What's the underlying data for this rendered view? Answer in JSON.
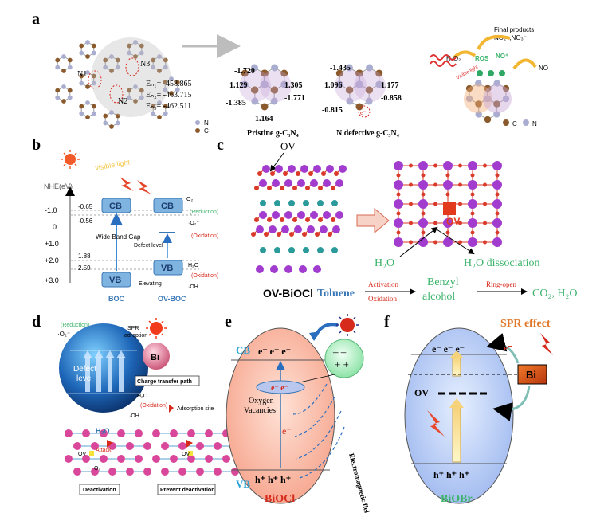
{
  "panels": {
    "a": {
      "letter": "a",
      "site_labels": [
        "N1",
        "N2",
        "N3"
      ],
      "energies": [
        "Eₙ₁= -458.865",
        "Eₙ₂= -463.715",
        "Eₙ₃= -462.511"
      ],
      "pristine_charges": [
        "-1.720",
        "1.129",
        "1.305",
        "-1.385",
        "-1.771",
        "1.164"
      ],
      "pristine_title": "Pristine g-C₃N₄",
      "defective_charges": [
        "-1.435",
        "1.096",
        "1.177",
        "-0.815",
        "-0.858"
      ],
      "defective_title": "N defective g-C₃N₄",
      "electron": "e⁻",
      "legend_n": "N",
      "legend_c": "C",
      "legend_c2": "C",
      "legend_n2": "N",
      "final_products": "Final products:",
      "final_products2": "NO₂⁻,NO₃⁻",
      "ros": "ROS",
      "no_plus": "NO⁺",
      "no": "NO",
      "h2o2": "H₂O₂",
      "visible": "Visible light",
      "e_minus": "e⁻"
    },
    "b": {
      "letter": "b",
      "axis_title": "NHE(eV)",
      "ticks": [
        "-1.0",
        "0",
        "+1.0",
        "+2.0",
        "+3.0"
      ],
      "levels": [
        "-0.65",
        "-0.56",
        "1.88",
        "2.59"
      ],
      "visible_light": "visible light",
      "cb": "CB",
      "vb": "VB",
      "cb2": "CB",
      "vb2": "VB",
      "wide_gap": "Wide Band Gap",
      "defect_level": "Defect level",
      "elevating": "Elevating",
      "boc": "BOC",
      "ov_boc": "OV-BOC",
      "o2": "O₂",
      "reduction": "(Reduction)",
      "o2m": "·O₂⁻",
      "oxidation": "(Oxidation)",
      "h2o": "H₂O",
      "oxidation2": "(Oxidation)",
      "oh": "·OH"
    },
    "c": {
      "letter": "c",
      "ov": "OV",
      "ov_center": "OV",
      "material": "OV-BiOCl",
      "h2o": "H₂O",
      "dissociation": "H₂O dissociation",
      "toluene": "Toluene",
      "activation": "Activation",
      "oxidation": "Oxidation",
      "benzyl": "Benzyl",
      "alcohol": "alcohol",
      "ring_open": "Ring-open",
      "products": "CO₂, H₂O"
    },
    "d": {
      "letter": "d",
      "reduction": "(Reduction)",
      "o2m": "·O₂⁻",
      "o2": "O₂",
      "spr": "SPR",
      "adoption": "adroption",
      "bi": "Bi",
      "defect": "Defect",
      "level": "level",
      "charge_path": "Charge transfer path",
      "h2o": "H₂O",
      "oxidation": "(Oxidation)",
      "oh": "·OH",
      "adsorption": "Adsorption site",
      "attack": "Attack",
      "ov": "OV",
      "o2b": "O₂",
      "deactivation": "Deactivation",
      "prevent": "Prevent deactivation",
      "ov2": "OV"
    },
    "e": {
      "letter": "e",
      "cb": "CB",
      "vb": "VB",
      "electrons_top": "e⁻   e⁻   e⁻",
      "holes": "h⁺ h⁺ h⁺",
      "e_pair": "e⁻  e⁻",
      "oxygen": "Oxygen",
      "vacancies": "Vacancies",
      "e_mid": "e⁻",
      "material": "BiOCl",
      "em_field": "Electromagnetic field",
      "minus": "–  –",
      "plus": "+ +"
    },
    "f": {
      "letter": "f",
      "spr_effect": "SPR effect",
      "electrons_top": "e⁻  e⁻  e⁻",
      "e_red": "e⁻",
      "bi": "Bi",
      "ov": "OV",
      "holes": "h⁺  h⁺  h⁺",
      "material": "BiOBr"
    }
  },
  "colors": {
    "nitrogen": "#a9adcf",
    "carbon": "#8a5a2c",
    "cb_box": "#7fb3e0",
    "bi_atom": "#a23ccf",
    "o_atom": "#d93a2a",
    "cl_atom": "#2a9a9a",
    "green_text": "#3bb36a",
    "red_text": "#d62a1c",
    "blue_text": "#2a6ebf",
    "orange": "#e0772a"
  }
}
